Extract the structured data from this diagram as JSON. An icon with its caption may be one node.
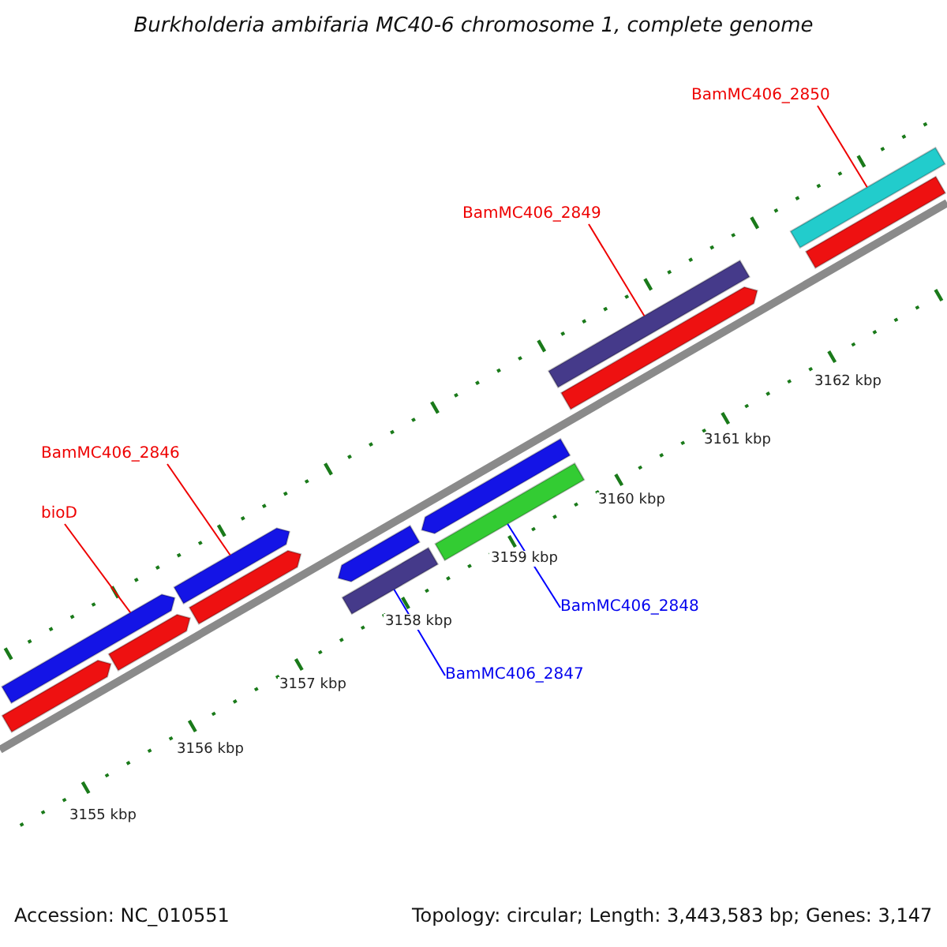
{
  "diagram": {
    "title": "Burkholderia ambifaria MC40-6 chromosome 1, complete genome",
    "nodes": [
      {
        "text": [
          "BamMC406_2850"
        ]
      },
      {
        "text": [
          "BamMC406_2849"
        ]
      },
      {
        "text": [
          "BamMC406_2846"
        ]
      },
      {
        "text": [
          "bioD"
        ]
      },
      {
        "text": [
          "BamMC406_2848"
        ]
      },
      {
        "text": [
          "BamMC406_2847"
        ]
      },
      {
        "text": [],
        "shape": "bar"
      },
      {
        "text": [],
        "shape": "bar"
      },
      {
        "text": [],
        "shape": "bar"
      },
      {
        "text": [],
        "shape": "bar"
      },
      {
        "text": [],
        "shape": "bar"
      },
      {
        "text": [],
        "shape": "bar"
      },
      {
        "text": [],
        "shape": "bar"
      },
      {
        "text": [],
        "shape": "bar"
      },
      {
        "text": [],
        "shape": "bar"
      },
      {
        "text": [],
        "shape": "bar"
      },
      {
        "text": [],
        "shape": "bar"
      },
      {
        "text": [],
        "shape": "bar"
      },
      {
        "text": [],
        "shape": "bar"
      }
    ],
    "edges": [
      {
        "from": 0,
        "to": 17,
        "arrow": "none"
      },
      {
        "from": 1,
        "to": 15,
        "arrow": "none"
      },
      {
        "from": 2,
        "to": 9,
        "arrow": "none"
      },
      {
        "from": 3,
        "to": 6,
        "arrow": "none"
      },
      {
        "from": 4,
        "to": 14,
        "arrow": "none",
        "color": "#0000ff"
      },
      {
        "from": 5,
        "to": 12,
        "arrow": "none",
        "color": "#0000ff"
      }
    ],
    "labels": [
      "3155 kbp",
      "3156 kbp",
      "3157 kbp",
      "3158 kbp",
      "3159 kbp",
      "3160 kbp",
      "3161 kbp",
      "3162 kbp",
      "Accession: NC_010551",
      "Topology: circular; Length: 3,443,583 bp; Genes: 3,147"
    ]
  }
}
